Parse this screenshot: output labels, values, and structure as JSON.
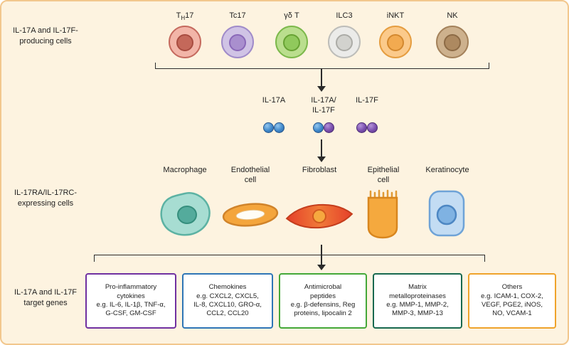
{
  "section_labels": {
    "producing": "IL-17A and IL-17F-\nproducing cells",
    "expressing": "IL-17RA/IL-17RC-\nexpressing cells",
    "targets": "IL-17A and IL-17F\ntarget genes"
  },
  "producing_cells": [
    {
      "id": "th17",
      "label_pre": "T",
      "label_sub": "H",
      "label_post": "17",
      "body_color": "#f2b5a8",
      "nucleus_color": "#c4685a"
    },
    {
      "id": "tc17",
      "label": "Tc17",
      "body_color": "#d0c3e5",
      "nucleus_color": "#a98fce"
    },
    {
      "id": "gamma-delta-t",
      "label": "γδ T",
      "body_color": "#bade8e",
      "nucleus_color": "#90c95c"
    },
    {
      "id": "ilc3",
      "label": "ILC3",
      "body_color": "#ebebe9",
      "nucleus_color": "#d2d2ce"
    },
    {
      "id": "inkt",
      "label": "iNKT",
      "body_color": "#fbca8b",
      "nucleus_color": "#f2aa50"
    },
    {
      "id": "nk",
      "label": "NK",
      "body_color": "#cdb18d",
      "nucleus_color": "#ad8960"
    }
  ],
  "cytokines": {
    "groups": [
      {
        "label": "IL-17A",
        "dots": [
          "il17a",
          "il17a"
        ]
      },
      {
        "label": "IL-17A/\nIL-17F",
        "dots": [
          "il17a",
          "il17f"
        ]
      },
      {
        "label": "IL-17F",
        "dots": [
          "il17f",
          "il17f"
        ]
      }
    ],
    "dot_colors": {
      "il17a": "#4089cb",
      "il17f": "#7a4fae"
    }
  },
  "expressing_cells": [
    {
      "id": "macrophage",
      "label": "Macrophage",
      "color": "#a7ddd2"
    },
    {
      "id": "endothelial-cell",
      "label": "Endothelial\ncell",
      "color": "#f4a53c"
    },
    {
      "id": "fibroblast",
      "label": "Fibroblast",
      "color": "#e95330"
    },
    {
      "id": "epithelial-cell",
      "label": "Epithelial\ncell",
      "color": "#f5a93e"
    },
    {
      "id": "keratinocyte",
      "label": "Keratinocyte",
      "color": "#c3dcf3"
    }
  ],
  "target_boxes": [
    {
      "title": "Pro-inflammatory\ncytokines",
      "content": "e.g. IL-6, IL-1β, TNF-α,\nG-CSF, GM-CSF",
      "border_color": "#7030a0"
    },
    {
      "title": "Chemokines",
      "content": "e.g. CXCL2, CXCL5,\nIL-8, CXCL10, GRO-α,\nCCL2, CCL20",
      "border_color": "#2e75b6"
    },
    {
      "title": "Antimicrobal\npeptides",
      "content": "e.g. β-defensins, Reg\nproteins, lipocalin 2",
      "border_color": "#44a838"
    },
    {
      "title": "Matrix\nmetalloproteinases",
      "content": "e.g. MMP-1, MMP-2,\nMMP-3, MMP-13",
      "border_color": "#17694f"
    },
    {
      "title": "Others",
      "content": "e.g. ICAM-1, COX-2,\nVEGF, PGE2, iNOS,\nNO, VCAM-1",
      "border_color": "#efa32b"
    }
  ],
  "palette": {
    "background": "#fdf3e0",
    "frame_border": "#f2c78d",
    "line_color": "#2b2b2b"
  }
}
